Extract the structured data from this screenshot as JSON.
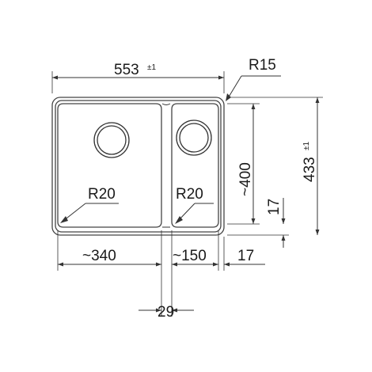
{
  "drawing": {
    "overall_width": {
      "value": "553",
      "tolerance": "±1"
    },
    "overall_height": {
      "value": "433",
      "tolerance": "±1"
    },
    "corner_radius_outer": "R15",
    "bowl_large_radius": "R20",
    "bowl_small_radius": "R20",
    "bowl_height": "~400",
    "bottom_margin_vertical": "17",
    "bowl_large_width": "~340",
    "bowl_small_width": "~150",
    "right_margin": "17",
    "divider_width": "29"
  },
  "colors": {
    "line": "#333333",
    "text": "#1a1a1a",
    "background": "#ffffff"
  }
}
